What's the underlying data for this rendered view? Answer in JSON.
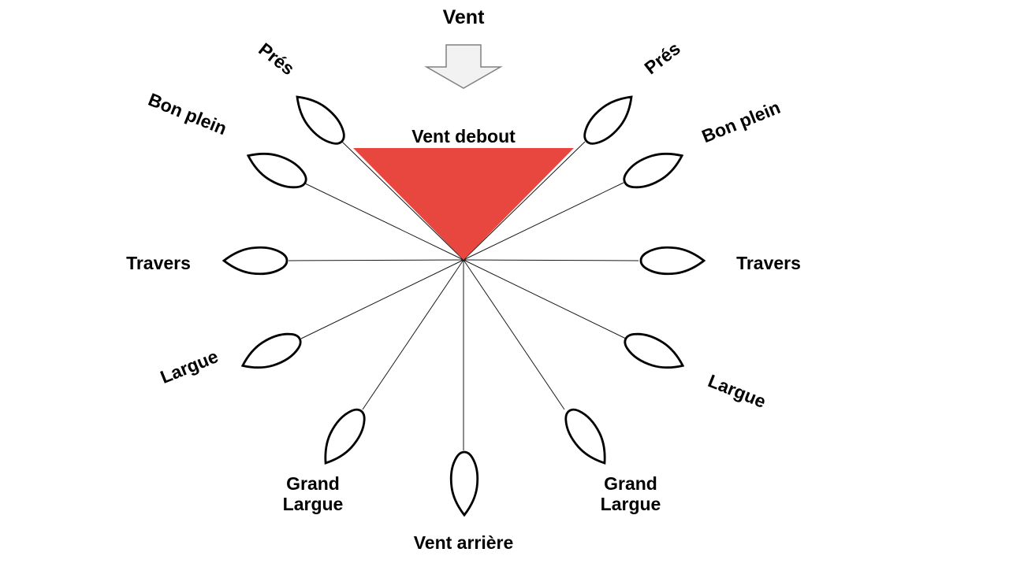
{
  "diagram": {
    "wind_label": "Vent",
    "no_go_label": "Vent debout",
    "labels": {
      "pres_left": "Prés",
      "pres_right": "Prés",
      "bon_plein_left": "Bon plein",
      "bon_plein_right": "Bon plein",
      "travers_left": "Travers",
      "travers_right": "Travers",
      "largue_left": "Largue",
      "largue_right": "Largue",
      "grand_largue_left_line1": "Grand",
      "grand_largue_left_line2": "Largue",
      "grand_largue_right_line1": "Grand",
      "grand_largue_right_line2": "Largue",
      "vent_arriere": "Vent arrière"
    },
    "colors": {
      "no_go_zone_fill": "#e8473f",
      "no_go_zone_stroke": "#1a1a1a",
      "arrow_fill": "#f2f2f2",
      "arrow_stroke": "#808080",
      "boat_fill": "#ffffff",
      "line": "#1a1a1a",
      "text": "#000000",
      "background": "#ffffff"
    },
    "icons": {
      "wind_arrow": "down-block-arrow-icon",
      "boat": "sailboat-hull-icon"
    }
  }
}
